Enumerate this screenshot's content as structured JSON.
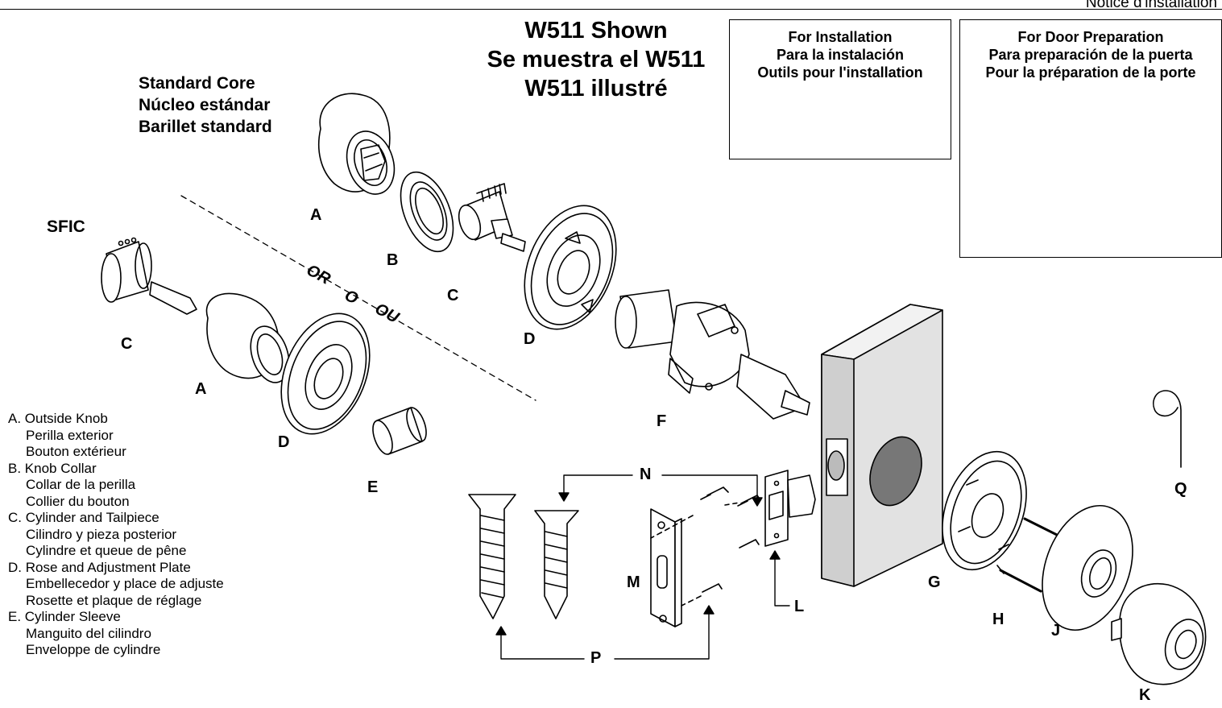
{
  "header": {
    "text": "Notice d'installation"
  },
  "title": {
    "lines": [
      "W511 Shown",
      "Se muestra el W511",
      "W511 illustré"
    ]
  },
  "standard_core": {
    "lines": [
      "Standard Core",
      "Núcleo estándar",
      "Barillet standard"
    ]
  },
  "sfic": "SFIC",
  "or_text": [
    "OR",
    "O",
    "OU"
  ],
  "installation_box": {
    "lines": [
      "For Installation",
      "Para la instalación",
      "Outils pour l'installation"
    ]
  },
  "door_prep_box": {
    "lines": [
      "For Door Preparation",
      "Para preparación de la puerta",
      "Pour la préparation de la porte"
    ]
  },
  "part_labels": {
    "a_top": "A",
    "b": "B",
    "c_top": "C",
    "d_top": "D",
    "c_left": "C",
    "a_left": "A",
    "d_left": "D",
    "e": "E",
    "f": "F",
    "n": "N",
    "m": "M",
    "l": "L",
    "p": "P",
    "g": "G",
    "h": "H",
    "j": "J",
    "k": "K",
    "q": "Q"
  },
  "legend": [
    {
      "title": "A. Outside Knob",
      "lines": [
        "Perilla exterior",
        "Bouton extérieur"
      ]
    },
    {
      "title": "B. Knob Collar",
      "lines": [
        "Collar de la perilla",
        "Collier du bouton"
      ]
    },
    {
      "title": "C. Cylinder and Tailpiece",
      "lines": [
        "Cilindro y pieza posterior",
        "Cylindre et queue de pêne"
      ]
    },
    {
      "title": "D. Rose and Adjustment Plate",
      "lines": [
        "Embellecedor y place de adjuste",
        "Rosette et plaque de réglage"
      ]
    },
    {
      "title": "E. Cylinder Sleeve",
      "lines": [
        "Manguito del cilindro",
        "Enveloppe de cylindre"
      ]
    }
  ]
}
